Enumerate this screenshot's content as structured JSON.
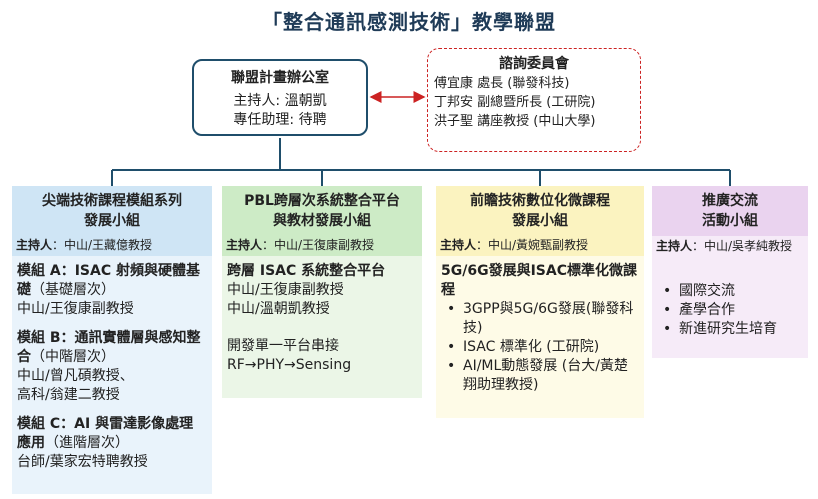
{
  "title": "「整合通訊感測技術」教學聯盟",
  "office": {
    "name": "聯盟計畫辦公室",
    "host": "主持人: 溫朝凱",
    "assistant": "專任助理: 待聘"
  },
  "advisory": {
    "name": "諮詢委員會",
    "members": [
      "傅宜康 處長 (聯發科技)",
      "丁邦安 副總暨所長 (工研院)",
      "洪子聖 講座教授 (中山大學)"
    ]
  },
  "groups": [
    {
      "title_lines": [
        "尖端技術課程模組系列",
        "發展小組"
      ],
      "host_label": "主持人",
      "host_value": "：中山/王藏億教授",
      "modules": [
        {
          "title": "模組 A：ISAC 射頻與硬體基礎",
          "level": "（基礎層次）",
          "people": [
            "中山/王復康副教授"
          ]
        },
        {
          "title": "模組 B：通訊實體層與感知整合",
          "level": "（中階層次）",
          "people": [
            "中山/曾凡碩教授、",
            "高科/翁建二教授"
          ]
        },
        {
          "title": "模組 C：AI 與雷達影像處理應用",
          "level": "（進階層次）",
          "people": [
            "台師/葉家宏特聘教授"
          ]
        }
      ]
    },
    {
      "title_lines": [
        "PBL跨層次系統整合平台",
        "與教材發展小組"
      ],
      "host_label": "主持人",
      "host_value": "：中山/王復康副教授",
      "platform_title": "跨層 ISAC 系統整合平台",
      "people": [
        "中山/王復康副教授",
        "中山/溫朝凱教授"
      ],
      "dev_lines": [
        "開發單一平台串接",
        "RF→PHY→Sensing"
      ]
    },
    {
      "title_lines": [
        "前瞻技術數位化微課程",
        "發展小組"
      ],
      "host_label": "主持人",
      "host_value": "：中山/黃婉甄副教授",
      "course_title": "5G/6G發展與ISAC標準化微課程",
      "items": [
        "3GPP與5G/6G發展(聯發科技)",
        "ISAC 標準化 (工研院)",
        "AI/ML動態發展 (台大/黃楚翔助理教授)"
      ]
    },
    {
      "title_lines": [
        "推廣交流",
        "活動小組"
      ],
      "host_label": "主持人",
      "host_value": "：中山/吳孝純教授",
      "items": [
        "國際交流",
        "產學合作",
        "新進研究生培育"
      ]
    }
  ]
}
